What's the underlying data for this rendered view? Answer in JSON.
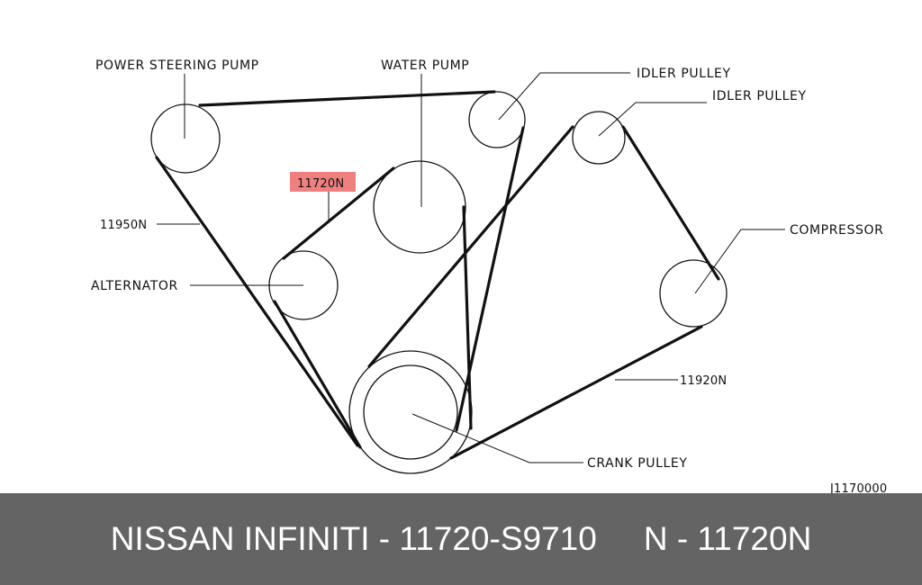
{
  "diagram": {
    "labels": {
      "power_steering_pump": "POWER STEERING PUMP",
      "water_pump": "WATER PUMP",
      "idler_pulley_1": "IDLER PULLEY",
      "idler_pulley_2": "IDLER PULLEY",
      "belt_11720": "11720N",
      "belt_11950": "11950N",
      "alternator": "ALTERNATOR",
      "compressor": "COMPRESSOR",
      "belt_11920": "11920N",
      "crank_pulley": "CRANK PULLEY",
      "figure_code": "J1170000"
    },
    "colors": {
      "line": "#111111",
      "highlight": "#f08080"
    }
  },
  "footer": {
    "brand_part": "NISSAN INFINITI - 11720-S9710",
    "code_part": "N - 11720N",
    "background": "#646464",
    "text_color": "#ffffff"
  }
}
